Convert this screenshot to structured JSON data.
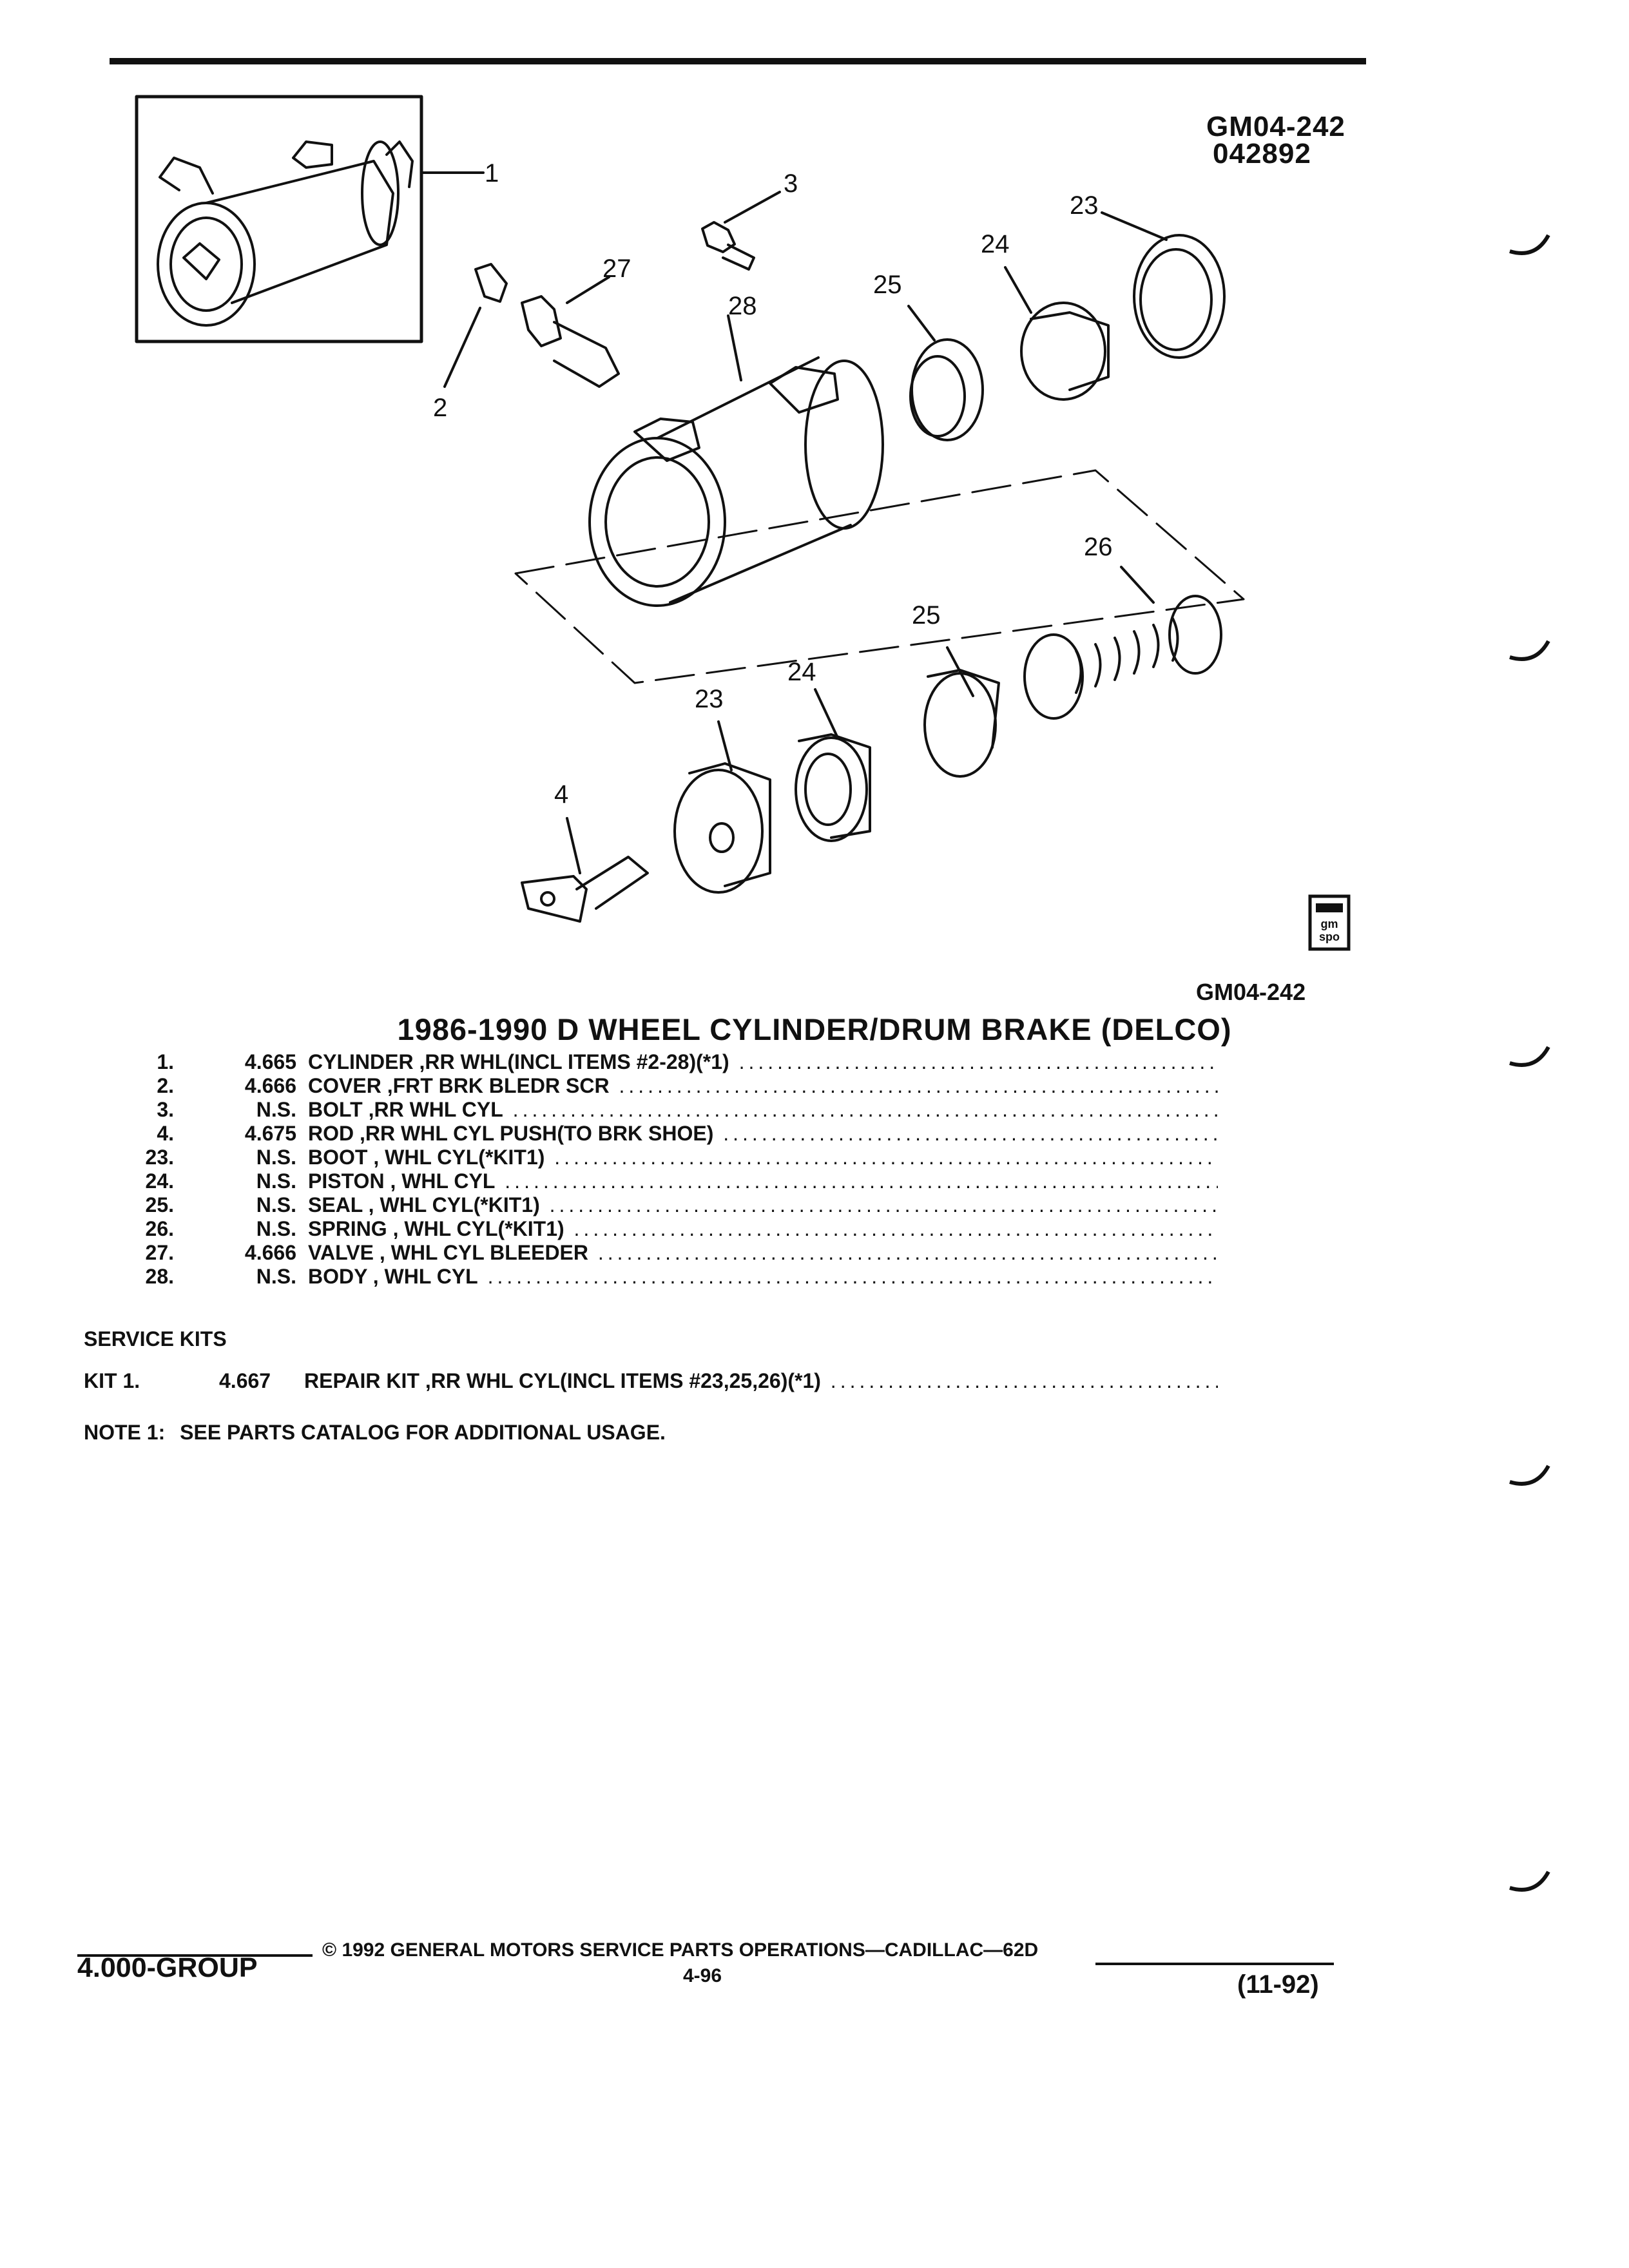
{
  "header": {
    "figure_id": "GM04-242",
    "figure_date": "042892"
  },
  "figure": {
    "callouts": [
      "1",
      "2",
      "3",
      "27",
      "28",
      "25",
      "24",
      "23",
      "26",
      "25",
      "24",
      "23",
      "4"
    ],
    "bottom_id": "GM04-242",
    "logo_text": "gm spo"
  },
  "caption": "1986-1990 D WHEEL CYLINDER/DRUM BRAKE (DELCO)",
  "parts": [
    {
      "num": "1.",
      "code": "4.665",
      "desc": "CYLINDER ,RR WHL(INCL ITEMS #2-28)(*1)"
    },
    {
      "num": "2.",
      "code": "4.666",
      "desc": "COVER ,FRT BRK BLEDR SCR"
    },
    {
      "num": "3.",
      "code": "N.S.",
      "desc": "BOLT ,RR WHL CYL"
    },
    {
      "num": "4.",
      "code": "4.675",
      "desc": "ROD ,RR WHL CYL PUSH(TO BRK SHOE)"
    },
    {
      "num": "23.",
      "code": "N.S.",
      "desc": "BOOT , WHL CYL(*KIT1)"
    },
    {
      "num": "24.",
      "code": "N.S.",
      "desc": "PISTON , WHL CYL"
    },
    {
      "num": "25.",
      "code": "N.S.",
      "desc": "SEAL , WHL CYL(*KIT1)"
    },
    {
      "num": "26.",
      "code": "N.S.",
      "desc": "SPRING , WHL CYL(*KIT1)"
    },
    {
      "num": "27.",
      "code": "4.666",
      "desc": "VALVE , WHL CYL BLEEDER"
    },
    {
      "num": "28.",
      "code": "N.S.",
      "desc": "BODY , WHL CYL"
    }
  ],
  "service_kits": {
    "heading": "SERVICE KITS",
    "kit_label": "KIT  1.",
    "kit_code": "4.667",
    "kit_desc": "REPAIR KIT ,RR WHL CYL(INCL ITEMS #23,25,26)(*1)"
  },
  "note": {
    "label": "NOTE  1:",
    "text": "SEE PARTS CATALOG FOR ADDITIONAL USAGE."
  },
  "footer": {
    "group": "4.000-GROUP",
    "copyright": "©  1992  GENERAL MOTORS SERVICE PARTS OPERATIONS—CADILLAC—62D",
    "page": "4-96",
    "date": "(11-92)"
  }
}
